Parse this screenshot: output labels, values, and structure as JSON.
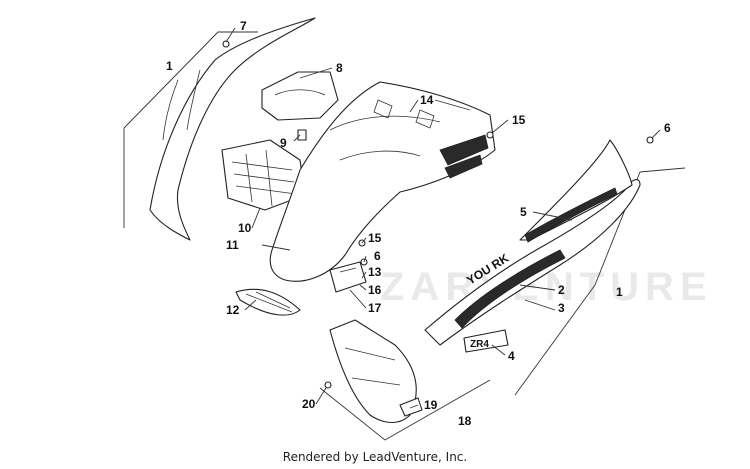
{
  "watermark": "ZARVENTURE",
  "decal_text_1": "YOU RK",
  "decal_text_2": "ZR4",
  "callouts": [
    {
      "id": "c1a",
      "label": "1"
    },
    {
      "id": "c7",
      "label": "7"
    },
    {
      "id": "c8",
      "label": "8"
    },
    {
      "id": "c14",
      "label": "14"
    },
    {
      "id": "c15a",
      "label": "15"
    },
    {
      "id": "c6a",
      "label": "6"
    },
    {
      "id": "c9",
      "label": "9"
    },
    {
      "id": "c5",
      "label": "5"
    },
    {
      "id": "c10",
      "label": "10"
    },
    {
      "id": "c11",
      "label": "11"
    },
    {
      "id": "c15b",
      "label": "15"
    },
    {
      "id": "c6b",
      "label": "6"
    },
    {
      "id": "c13",
      "label": "13"
    },
    {
      "id": "c1b",
      "label": "1"
    },
    {
      "id": "c2",
      "label": "2"
    },
    {
      "id": "c16",
      "label": "16"
    },
    {
      "id": "c3",
      "label": "3"
    },
    {
      "id": "c12",
      "label": "12"
    },
    {
      "id": "c17",
      "label": "17"
    },
    {
      "id": "c4",
      "label": "4"
    },
    {
      "id": "c20",
      "label": "20"
    },
    {
      "id": "c19",
      "label": "19"
    },
    {
      "id": "c18",
      "label": "18"
    }
  ],
  "footer": "Rendered by LeadVenture, Inc."
}
